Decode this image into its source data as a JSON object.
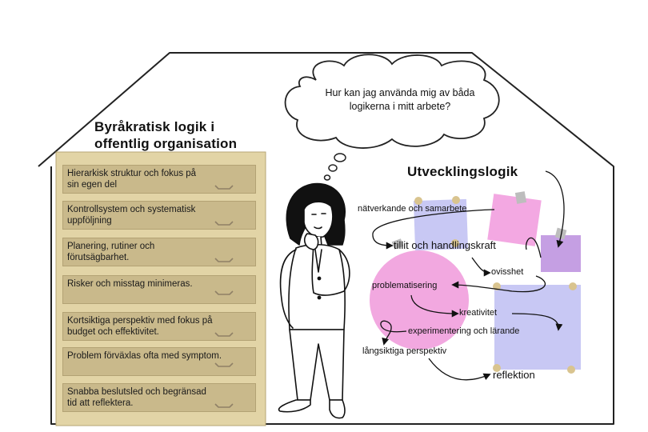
{
  "left_heading": {
    "line1": "Byråkratisk logik i",
    "line2": "offentlig organisation"
  },
  "drawers": [
    {
      "line1": "Hierarkisk struktur och fokus på",
      "line2": "sin egen del"
    },
    {
      "line1": "Kontrollsystem och systematisk",
      "line2": "uppföljning"
    },
    {
      "line1": "Planering, rutiner och",
      "line2": "förutsägbarhet."
    },
    {
      "line1": "Risker och misstag minimeras.",
      "line2": ""
    },
    {
      "line1": "Kortsiktiga perspektiv med fokus på",
      "line2": "budget och effektivitet."
    },
    {
      "line1": "Problem förväxlas ofta med symptom.",
      "line2": ""
    },
    {
      "line1": "Snabba beslutsled och begränsad",
      "line2": "tid att reflektera."
    }
  ],
  "thought_cloud": {
    "line1": "Hur kan jag använda mig av båda",
    "line2": "logikerna i mitt arbete?"
  },
  "right_heading": "Utvecklingslogik",
  "concepts": {
    "natverkande": "nätverkande och samarbete",
    "tillit": "tillit och handlingskraft",
    "ovisshet": "ovisshet",
    "problematisering": "problematisering",
    "kreativitet": "kreativitet",
    "experimentering": "experimentering och lärande",
    "langsiktiga": "långsiktiga perspektiv",
    "reflektion": "reflektion"
  },
  "colors": {
    "outline": "#222222",
    "dresser": "#e2d4a6",
    "drawer": "#c9b98b",
    "note_lavender": "#c8c8f4",
    "note_pink": "#f3a8e2",
    "note_purple": "#c59fe3",
    "circle_pink": "#f2a8e0",
    "tape_gray": "#bdbdbd",
    "pin_tan": "#d9c48f"
  }
}
